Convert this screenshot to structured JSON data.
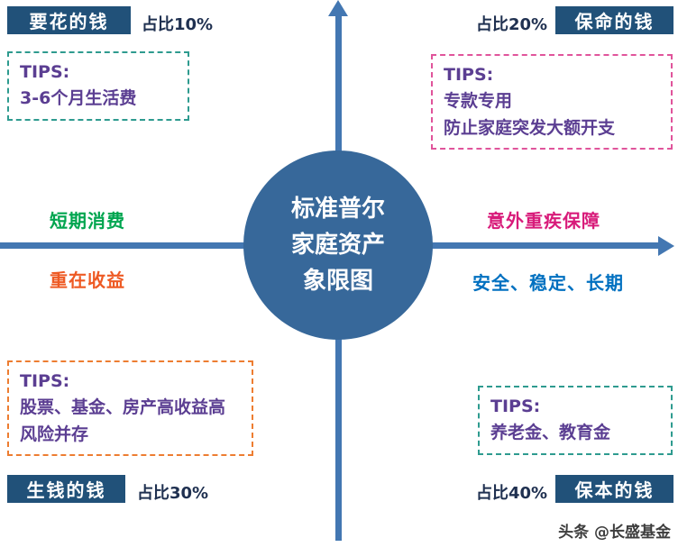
{
  "center": {
    "title": "标准普尔\n家庭资产\n象限图"
  },
  "quadrants": {
    "top_left": {
      "label": "要花的钱",
      "share": "占比10%",
      "share_pct": 10,
      "tips_title": "TIPS:",
      "tips_body": "3-6个月生活费"
    },
    "top_right": {
      "label": "保命的钱",
      "share": "占比20%",
      "share_pct": 20,
      "tips_title": "TIPS:",
      "tips_body": "专款专用\n防止家庭突发大额开支"
    },
    "bottom_left": {
      "label": "生钱的钱",
      "share": "占比30%",
      "share_pct": 30,
      "tips_title": "TIPS:",
      "tips_body": "股票、基金、房产高收益高风险并存"
    },
    "bottom_right": {
      "label": "保本的钱",
      "share": "占比40%",
      "share_pct": 40,
      "tips_title": "TIPS:",
      "tips_body": "养老金、教育金"
    }
  },
  "axis_labels": {
    "left_top": "短期消费",
    "left_bottom": "重在收益",
    "right_top": "意外重疾保障",
    "right_bottom": "安全、稳定、长期"
  },
  "watermark": "头条 @长盛基金",
  "colors": {
    "axis_blue": "#4377B2",
    "label_box_blue": "#215179",
    "circle_blue": "#37689A",
    "tips_text_purple": "#5B3E92",
    "tips_border_teal": "#2E9B8F",
    "tips_border_pink": "#E0549B",
    "tips_border_orange": "#ED7D31",
    "green_text": "#00A54F",
    "orange_text": "#EE5A24",
    "magenta_text": "#D81B7A",
    "blue_text": "#0070C0",
    "share_text": "#1F3050"
  }
}
